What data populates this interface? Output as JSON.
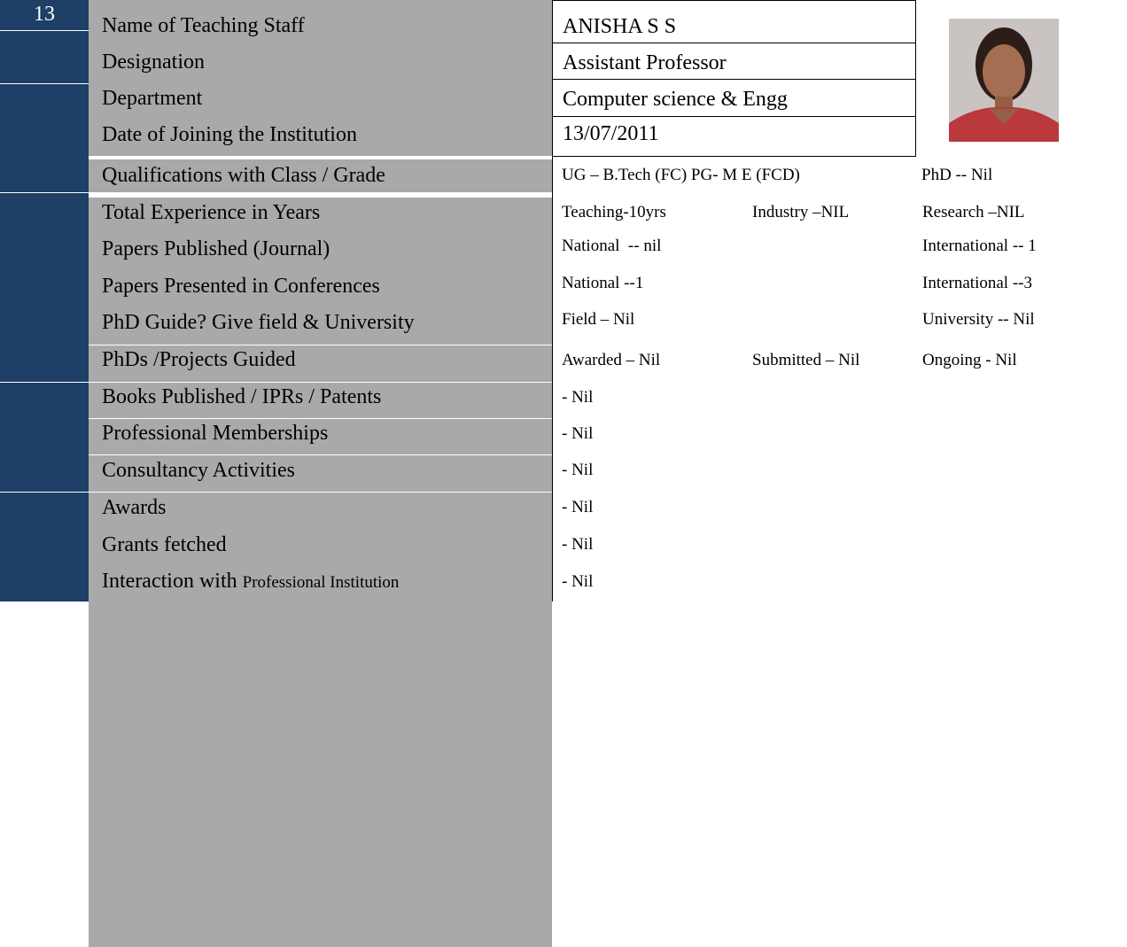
{
  "entry": {
    "number": "13"
  },
  "labels": {
    "name": "Name of Teaching Staff",
    "designation": "Designation",
    "department": "Department",
    "doj": "Date of Joining the Institution",
    "qualifications": "Qualifications with Class / Grade",
    "experience": "Total Experience in Years",
    "papers_journal": "Papers Published (Journal)",
    "papers_conf": "Papers Presented in Conferences",
    "phd_guide": "PhD Guide? Give field & University",
    "phds_guided": "PhDs /Projects Guided",
    "books": "Books Published / IPRs / Patents",
    "memberships": "Professional Memberships",
    "consultancy": "Consultancy Activities",
    "awards": "Awards",
    "grants": "Grants fetched",
    "interaction_main": "Interaction with",
    "interaction_small": "Professional Institution"
  },
  "values": {
    "name": "ANISHA S S",
    "designation": "Assistant Professor",
    "department": "Computer science & Engg",
    "doj": "13/07/2011",
    "qual_ug_pg": "UG – B.Tech (FC) PG- M E (FCD)",
    "qual_phd": "PhD -- Nil",
    "exp_teaching": "Teaching-10yrs",
    "exp_industry": "Industry –NIL",
    "exp_research": "Research –NIL",
    "journal_national": "National  -- nil",
    "journal_international": "International -- 1",
    "conf_national": "National --1",
    "conf_international": "International --3",
    "guide_field": "Field – Nil",
    "guide_university": "University -- Nil",
    "guided_awarded": "Awarded – Nil",
    "guided_submitted": "Submitted – Nil",
    "guided_ongoing": "Ongoing - Nil",
    "books": "- Nil",
    "memberships": "- Nil",
    "consultancy": "- Nil",
    "awards": "- Nil",
    "grants": "- Nil",
    "interaction": "- Nil"
  },
  "colors": {
    "navy": "#1e3f66",
    "label_bg": "#a9a9a9"
  },
  "photo": {
    "icon": "staff-photo"
  }
}
